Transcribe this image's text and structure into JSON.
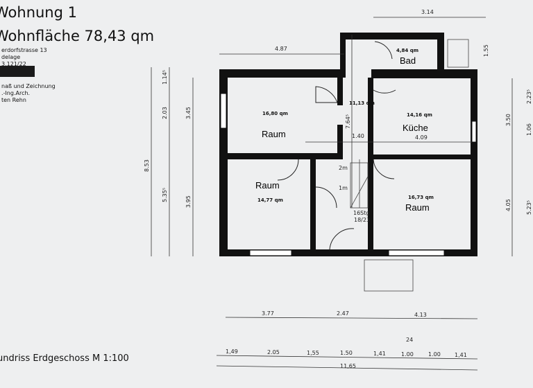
{
  "header": {
    "title": "Wohnung 1",
    "area": "Wohnfläche 78,43 qm",
    "address": "erdorfstrasse 13",
    "lage": "delage",
    "parcel": "3,121/22",
    "credit1": "naß und Zeichnung",
    "credit2": ".-Ing.Arch.",
    "credit3": "ten Rehn"
  },
  "caption": "undriss Erdgeschoss M 1:100",
  "rooms": [
    {
      "area": "16,80 qm",
      "label": "Raum"
    },
    {
      "area": "14,77 qm",
      "label": "Raum"
    },
    {
      "area": "11,13 qm",
      "label": ""
    },
    {
      "area": "14,16 qm",
      "label": "Küche"
    },
    {
      "area": "16,73 qm",
      "label": "Raum"
    },
    {
      "area": "4,84 qm",
      "label": "Bad"
    }
  ],
  "stairs": {
    "m2": "2m",
    "m1": "1m",
    "steps": "16Stg",
    "ratio": "18/23"
  },
  "dimensions": {
    "top_left": "4.87",
    "top_bath": "3.14",
    "bath_right": "1.55",
    "left_total": "8.53",
    "left_a": "1.14⁵",
    "left_b": "2.03",
    "left_c": "5.35⁵",
    "inner_a": "3.45",
    "inner_b": "3.95",
    "hall_h": "7.64⁵",
    "hall_w": "1.40",
    "kitchen_w": "4.09",
    "right_a": "3.50",
    "right_b": "4.05",
    "far_a": "2.23⁵",
    "far_b": "1.06",
    "far_c": "5.23⁵",
    "bottom_a": [
      "3.77",
      "2.47",
      "4.13"
    ],
    "bottom_b": [
      "1,49",
      "2.05",
      "1,55",
      "1.50",
      "1,41",
      "1.00",
      "1.00",
      "1,41"
    ],
    "bottom_small": "24",
    "bottom_total": "11,65"
  }
}
